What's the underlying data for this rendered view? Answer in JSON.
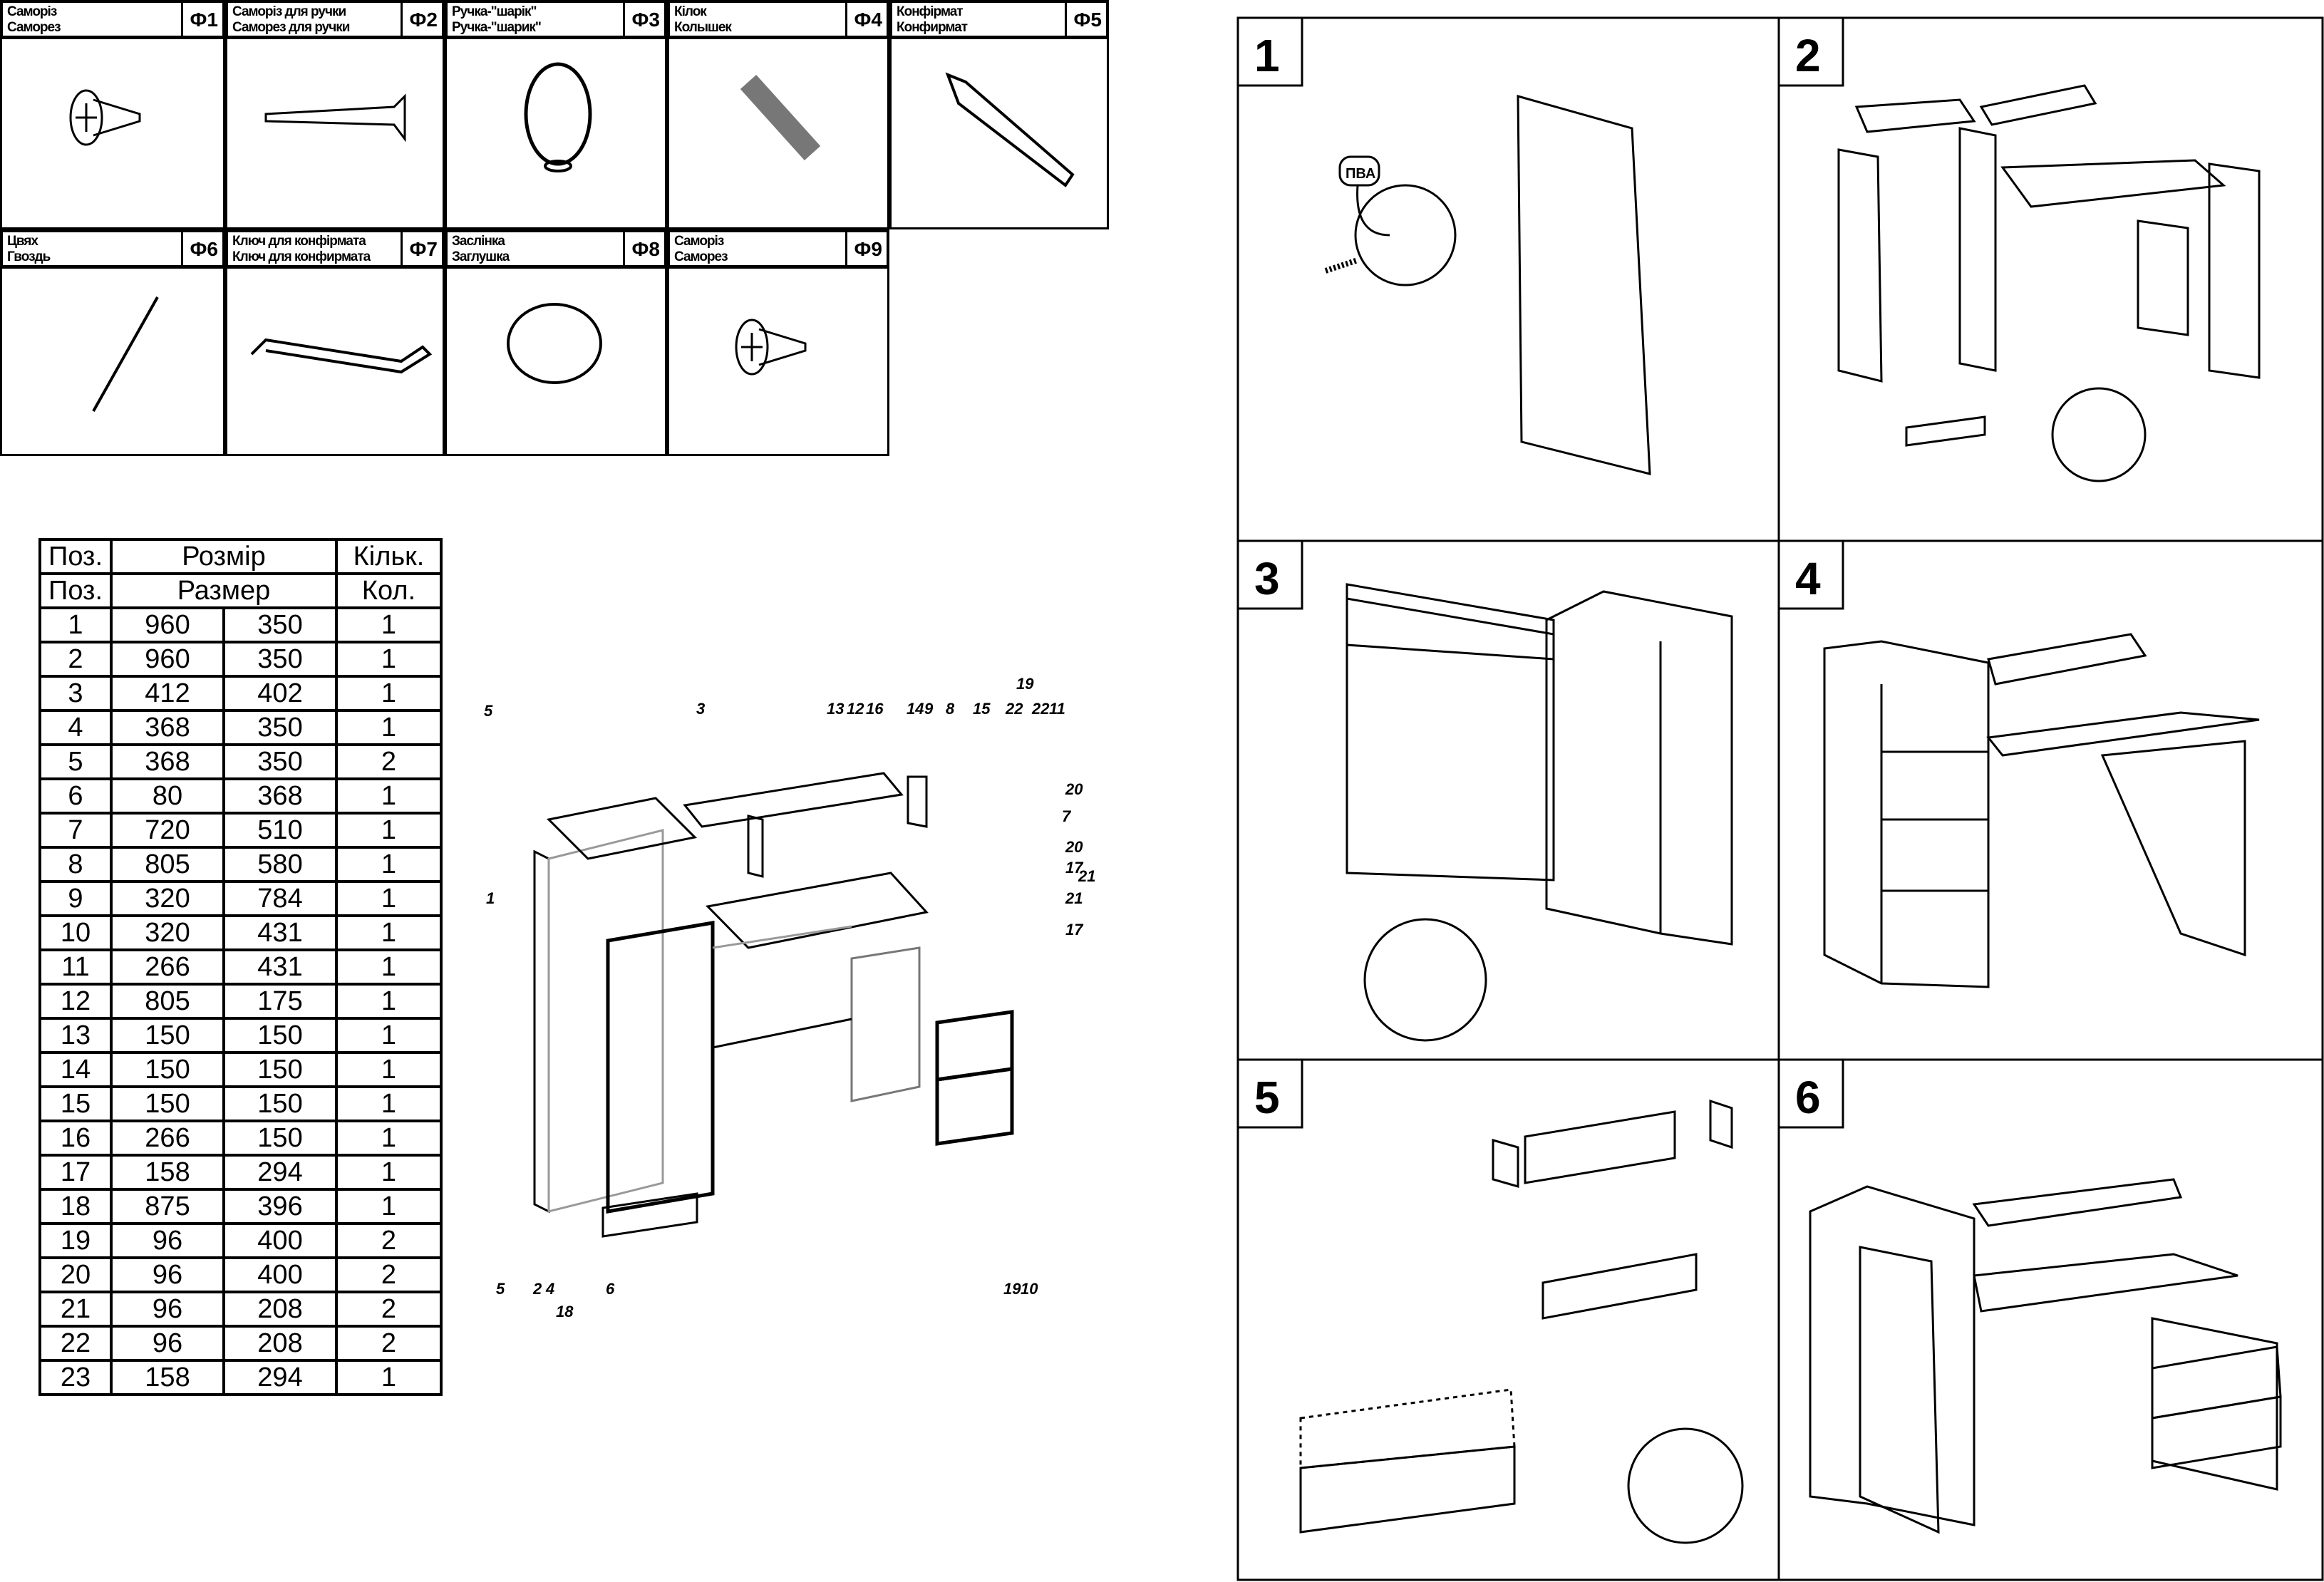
{
  "hardware": [
    {
      "code": "Ф1",
      "name_ua": "Саморіз",
      "name_ru": "Саморез",
      "icon": "screw-icon"
    },
    {
      "code": "Ф2",
      "name_ua": "Саморіз для ручки",
      "name_ru": "Саморез для ручки",
      "icon": "handle-screw-icon"
    },
    {
      "code": "Ф3",
      "name_ua": "Ручка-\"шарік\"",
      "name_ru": "Ручка-\"шарик\"",
      "icon": "knob-icon"
    },
    {
      "code": "Ф4",
      "name_ua": "Кілок",
      "name_ru": "Колышек",
      "icon": "dowel-icon"
    },
    {
      "code": "Ф5",
      "name_ua": "Конфірмат",
      "name_ru": "Конфирмат",
      "icon": "confirmat-icon"
    },
    {
      "code": "Ф6",
      "name_ua": "Цвях",
      "name_ru": "Гвоздь",
      "icon": "nail-icon"
    },
    {
      "code": "Ф7",
      "name_ua": "Ключ для конфірмата",
      "name_ru": "Ключ для конфирмата",
      "icon": "hex-key-icon"
    },
    {
      "code": "Ф8",
      "name_ua": "Заслінка",
      "name_ru": "Заглушка",
      "icon": "cap-icon"
    },
    {
      "code": "Ф9",
      "name_ua": "Саморіз",
      "name_ru": "Саморез",
      "icon": "screw-icon"
    }
  ],
  "parts_table": {
    "header_ua": {
      "pos": "Поз.",
      "size": "Розмір",
      "qty": "Кільк."
    },
    "header_ru": {
      "pos": "Поз.",
      "size": "Размер",
      "qty": "Кол."
    },
    "rows": [
      [
        "1",
        "960",
        "350",
        "1"
      ],
      [
        "2",
        "960",
        "350",
        "1"
      ],
      [
        "3",
        "412",
        "402",
        "1"
      ],
      [
        "4",
        "368",
        "350",
        "1"
      ],
      [
        "5",
        "368",
        "350",
        "2"
      ],
      [
        "6",
        "80",
        "368",
        "1"
      ],
      [
        "7",
        "720",
        "510",
        "1"
      ],
      [
        "8",
        "805",
        "580",
        "1"
      ],
      [
        "9",
        "320",
        "784",
        "1"
      ],
      [
        "10",
        "320",
        "431",
        "1"
      ],
      [
        "11",
        "266",
        "431",
        "1"
      ],
      [
        "12",
        "805",
        "175",
        "1"
      ],
      [
        "13",
        "150",
        "150",
        "1"
      ],
      [
        "14",
        "150",
        "150",
        "1"
      ],
      [
        "15",
        "150",
        "150",
        "1"
      ],
      [
        "16",
        "266",
        "150",
        "1"
      ],
      [
        "17",
        "158",
        "294",
        "1"
      ],
      [
        "18",
        "875",
        "396",
        "1"
      ],
      [
        "19",
        "96",
        "400",
        "2"
      ],
      [
        "20",
        "96",
        "400",
        "2"
      ],
      [
        "21",
        "96",
        "208",
        "2"
      ],
      [
        "22",
        "96",
        "208",
        "2"
      ],
      [
        "23",
        "158",
        "294",
        "1"
      ]
    ]
  },
  "exploded_labels": [
    "5",
    "3",
    "13",
    "12",
    "16",
    "14",
    "9",
    "8",
    "15",
    "19",
    "22",
    "22",
    "11",
    "20",
    "7",
    "20",
    "17",
    "21",
    "21",
    "17",
    "1",
    "5",
    "2",
    "4",
    "18",
    "6",
    "19",
    "10"
  ],
  "steps": [
    {
      "number": "1",
      "glue_label": "ПВА"
    },
    {
      "number": "2"
    },
    {
      "number": "3"
    },
    {
      "number": "4"
    },
    {
      "number": "5"
    },
    {
      "number": "6"
    }
  ]
}
